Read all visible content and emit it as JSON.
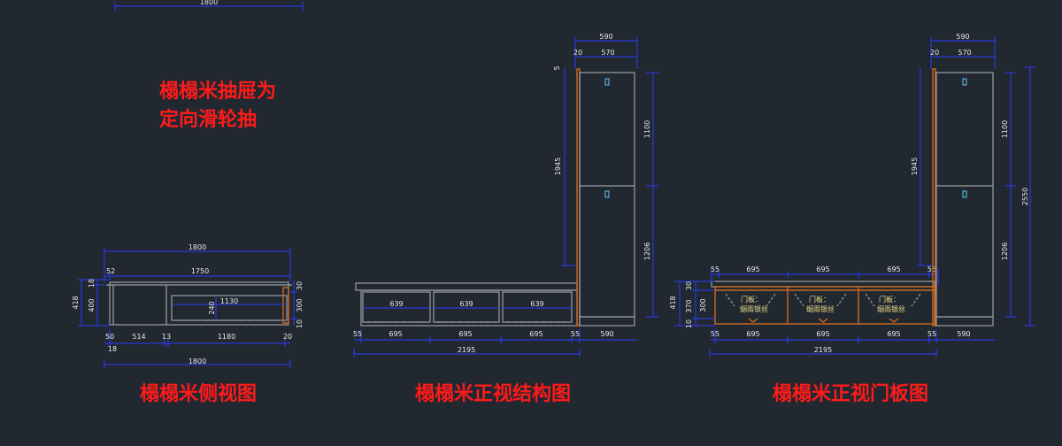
{
  "colors": {
    "background": "#212830",
    "title": "#ff1a1a",
    "dimension_line": "#2a3cff",
    "outline": "#9aa0a6",
    "board_edge": "#d2691e",
    "dimension_text": "#e9e9e9",
    "door_note": "#f0e08a",
    "handle": "#5ec8ff"
  },
  "note": {
    "line1": "榻榻米抽屉为",
    "line2": "定向滑轮抽"
  },
  "side_view": {
    "title": "榻榻米侧视图",
    "dims": {
      "top_partial": "1800",
      "top_overall": "1800",
      "top_52": "52",
      "top_1750": "1750",
      "inner_1130": "1130",
      "inner_240": "240",
      "left_418": "418",
      "left_18": "18",
      "left_400": "400",
      "right_30": "30",
      "right_300": "300",
      "right_10": "10",
      "bottom_50": "50",
      "bottom_514": "514",
      "bottom_13": "13",
      "bottom_1180": "1180",
      "bottom_20": "20",
      "bottom_18": "18",
      "bottom_overall": "1800"
    }
  },
  "front_structure": {
    "title": "榻榻米正视结构图",
    "dims": {
      "drawer_1": "639",
      "drawer_2": "639",
      "drawer_3": "639",
      "bottom_55_left": "55",
      "bottom_695_1": "695",
      "bottom_695_2": "695",
      "bottom_695_3": "695",
      "bottom_55_right": "55",
      "bottom_590": "590",
      "overall": "2195",
      "cab_590": "590",
      "cab_20": "20",
      "cab_570": "570",
      "cab_5": "5",
      "cab_1945": "1945",
      "cab_1100": "1100",
      "cab_1206": "1206"
    }
  },
  "front_door": {
    "title": "榻榻米正视门板图",
    "door_line1": "门板：",
    "door_line2": "烟雨银丝",
    "dims": {
      "top_55_left": "55",
      "top_695_1": "695",
      "top_695_2": "695",
      "top_695_3": "695",
      "top_55_right": "55",
      "left_418": "418",
      "left_30": "30",
      "left_370": "370",
      "left_300": "300",
      "left_10": "10",
      "bottom_55_left": "55",
      "bottom_695_1": "695",
      "bottom_695_2": "695",
      "bottom_695_3": "695",
      "bottom_55_right": "55",
      "bottom_590": "590",
      "overall": "2195",
      "cab_590": "590",
      "cab_20": "20",
      "cab_570": "570",
      "cab_1945": "1945",
      "cab_1100": "1100",
      "cab_1206": "1206",
      "cab_2550": "2550"
    }
  }
}
